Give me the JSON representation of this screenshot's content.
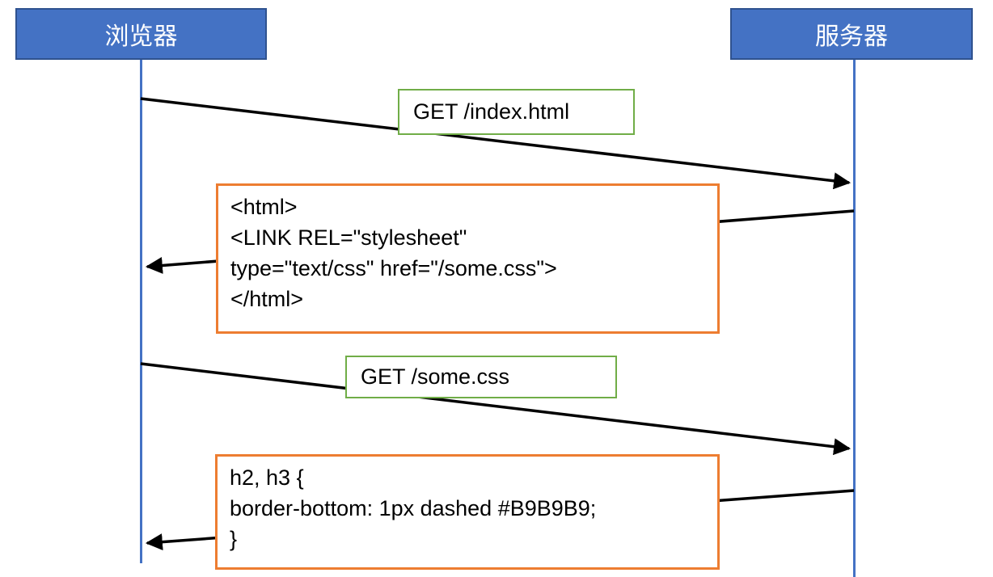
{
  "diagram": {
    "actors": [
      {
        "id": "browser",
        "label": "浏览器"
      },
      {
        "id": "server",
        "label": "服务器"
      }
    ],
    "messages": [
      {
        "kind": "request",
        "from": "browser",
        "to": "server",
        "label": "GET /index.html"
      },
      {
        "kind": "response",
        "from": "server",
        "to": "browser",
        "lines": [
          "<html>",
          "<LINK REL=\"stylesheet\"",
          "type=\"text/css\" href=\"/some.css\">",
          "</html>"
        ]
      },
      {
        "kind": "request",
        "from": "browser",
        "to": "server",
        "label": "GET /some.css"
      },
      {
        "kind": "response",
        "from": "server",
        "to": "browser",
        "lines": [
          "h2, h3 {",
          "border-bottom: 1px dashed #B9B9B9;",
          "}"
        ]
      }
    ],
    "colors": {
      "actor_fill": "#4472C4",
      "actor_border": "#2F528F",
      "actor_text": "#FFFFFF",
      "lifeline": "#4472C4",
      "arrow": "#000000",
      "request_box_border": "#70AD47",
      "response_box_border": "#ED7D31",
      "message_text": "#000000"
    }
  }
}
